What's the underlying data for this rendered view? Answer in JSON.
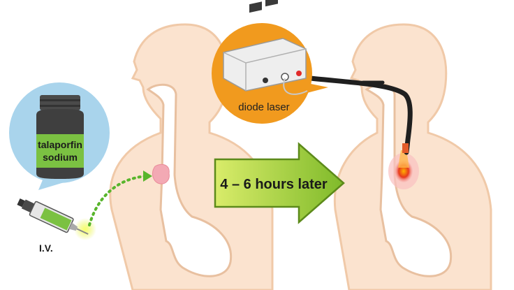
{
  "labels": {
    "drug": [
      "talaporfin",
      "sodium"
    ],
    "route": "I.V.",
    "device": "diode laser",
    "arrow": "4 – 6 hours later"
  },
  "colors": {
    "skin": "#fbe3cf",
    "skin_outline": "#f0c9a8",
    "esophagus": "#ffffff",
    "esophagus_outline": "#e8c0a0",
    "bubble_blue": "#a9d4ec",
    "bubble_orange": "#f19a1e",
    "arrow_fill": "#7fba2a",
    "arrow_outline": "#5c8a1a",
    "dots_green": "#58b52c",
    "tumor": "#f3a9b4",
    "laser_red": "#e8391d",
    "bottle_dark": "#4a4a4a",
    "bottle_label": "#7bc142"
  },
  "icons": [
    "syringe-icon",
    "drug-bottle-icon",
    "laser-device-icon",
    "endoscope-icon"
  ]
}
